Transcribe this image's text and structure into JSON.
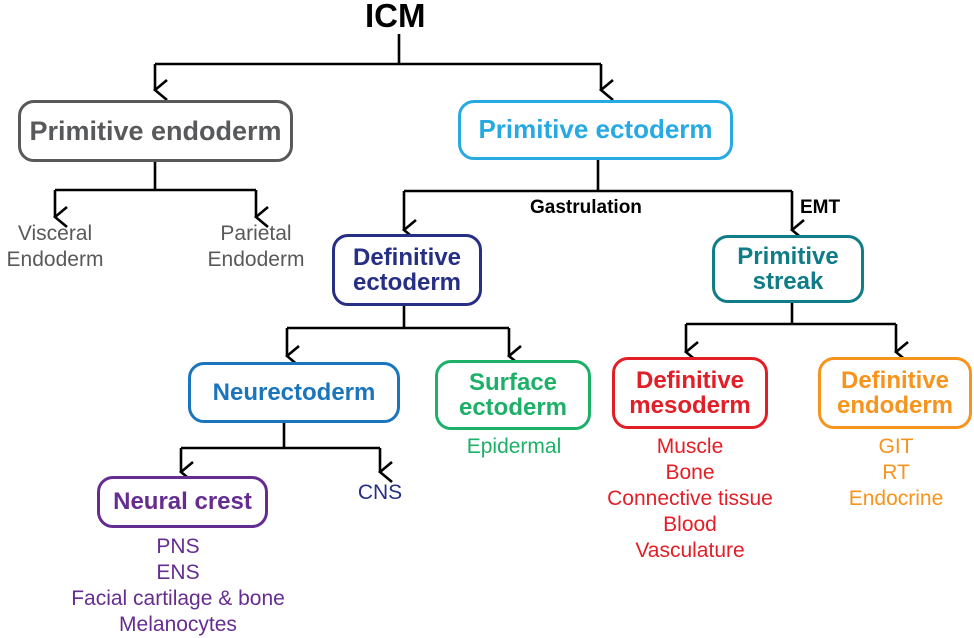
{
  "root": {
    "label": "ICM",
    "color": "#000000"
  },
  "nodes": {
    "primitive_endoderm": {
      "label": "Primitive endoderm",
      "color": "#58595b"
    },
    "primitive_ectoderm": {
      "label": "Primitive ectoderm",
      "color": "#27aae1"
    },
    "definitive_ectoderm": {
      "line1": "Definitive",
      "line2": "ectoderm",
      "color": "#262f84"
    },
    "primitive_streak": {
      "line1": "Primitive",
      "line2": "streak",
      "color": "#0f7c87"
    },
    "neurectoderm": {
      "label": "Neurectoderm",
      "color": "#1b75bc"
    },
    "surface_ectoderm": {
      "line1": "Surface",
      "line2": "ectoderm",
      "color": "#1db068"
    },
    "definitive_mesoderm": {
      "line1": "Definitive",
      "line2": "mesoderm",
      "color": "#e21e26"
    },
    "definitive_endoderm": {
      "line1": "Definitive",
      "line2": "endoderm",
      "color": "#f7941d"
    },
    "neural_crest": {
      "label": "Neural crest",
      "color": "#662d91"
    }
  },
  "leaves": {
    "visceral_endoderm": {
      "lines": [
        "Visceral",
        "Endoderm"
      ],
      "color": "#58595b"
    },
    "parietal_endoderm": {
      "lines": [
        "Parietal",
        "Endoderm"
      ],
      "color": "#58595b"
    },
    "epidermal": {
      "lines": [
        "Epidermal"
      ],
      "color": "#1db068"
    },
    "cns": {
      "lines": [
        "CNS"
      ],
      "color": "#262f84"
    },
    "mesoderm_derivatives": {
      "lines": [
        "Muscle",
        "Bone",
        "Connective tissue",
        "Blood",
        "Vasculature"
      ],
      "color": "#e21e26"
    },
    "endoderm_derivatives": {
      "lines": [
        "GIT",
        "RT",
        "Endocrine"
      ],
      "color": "#f7941d"
    },
    "neural_crest_derivatives": {
      "lines": [
        "PNS",
        "ENS",
        "Facial cartilage & bone",
        "Melanocytes"
      ],
      "color": "#662d91"
    }
  },
  "edge_labels": {
    "gastrulation": "Gastrulation",
    "emt": "EMT"
  }
}
